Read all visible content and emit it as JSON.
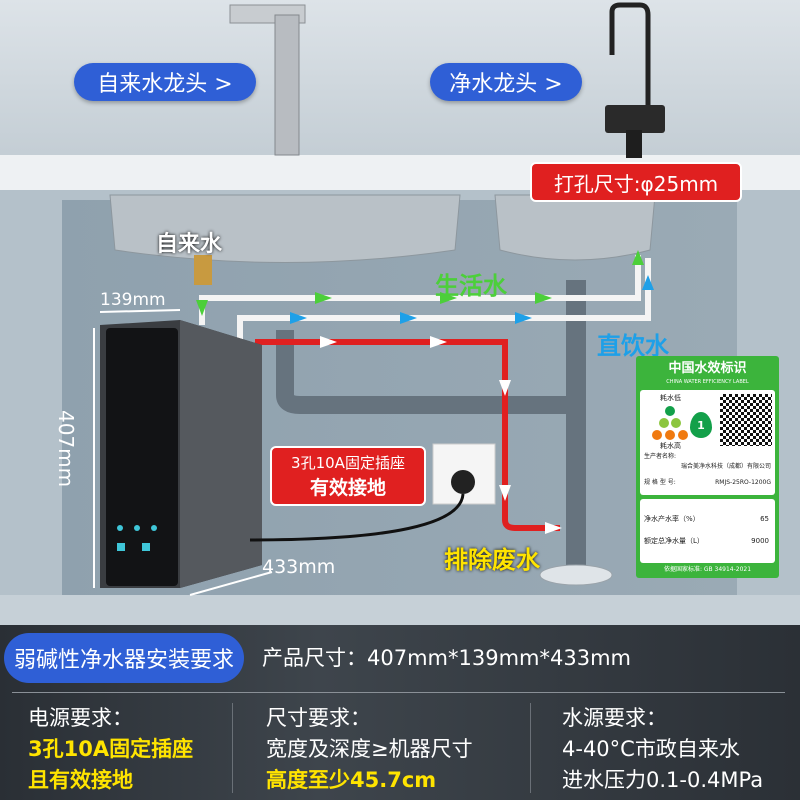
{
  "faucets": {
    "tap_water_label": "自来水龙头 >",
    "pure_water_label": "净水龙头 >",
    "hole_size_label": "打孔尺寸:φ25mm"
  },
  "diagram": {
    "tap_water_inlet": "自来水",
    "domestic_water": "生活水",
    "direct_drinking_water": "直饮水",
    "waste_water": "排除废水",
    "socket_line1": "3孔10A固定插座",
    "socket_line2": "有效接地",
    "width_dim": "139mm",
    "height_dim": "407mm",
    "depth_dim": "433mm"
  },
  "efficiency_label": {
    "title": "中国水效标识",
    "subtitle": "CHINA WATER EFFICIENCY LABEL",
    "low_consumption": "耗水低",
    "high_consumption": "耗水高",
    "grade": "1",
    "manufacturer_key": "生产者名称:",
    "manufacturer_value": "瑞合美净水科技（成都）有限公司",
    "model_key": "规 格 型 号:",
    "model_value": "RMJS-25RO-1200G",
    "recovery_key": "净水产水率（%）",
    "recovery_value": "65",
    "total_key": "额定总净水量（L）",
    "total_value": "9000",
    "standard": "依据国家标准: GB 34914-2021",
    "colors": {
      "green": "#3cb43c",
      "dark_green": "#13a04a",
      "orange": "#f07a10"
    }
  },
  "footer": {
    "title": "弱碱性净水器安装要求",
    "product_size": "产品尺寸：407mm*139mm*433mm",
    "columns": [
      {
        "heading": "电源要求：",
        "line1": "3孔10A固定插座",
        "line2": "且有效接地"
      },
      {
        "heading": "尺寸要求：",
        "line1": "宽度及深度≥机器尺寸",
        "line2": "高度至少45.7cm"
      },
      {
        "heading": "水源要求：",
        "line1": "4-40°C市政自来水",
        "line2": "进水压力0.1-0.4MPa"
      }
    ]
  },
  "colors": {
    "accent_blue": "#2f5fd6",
    "red": "#e02020",
    "highlight_yellow": "#ffe400",
    "green_arrow": "#4ccf3a",
    "blue_arrow": "#1ea0e8"
  }
}
